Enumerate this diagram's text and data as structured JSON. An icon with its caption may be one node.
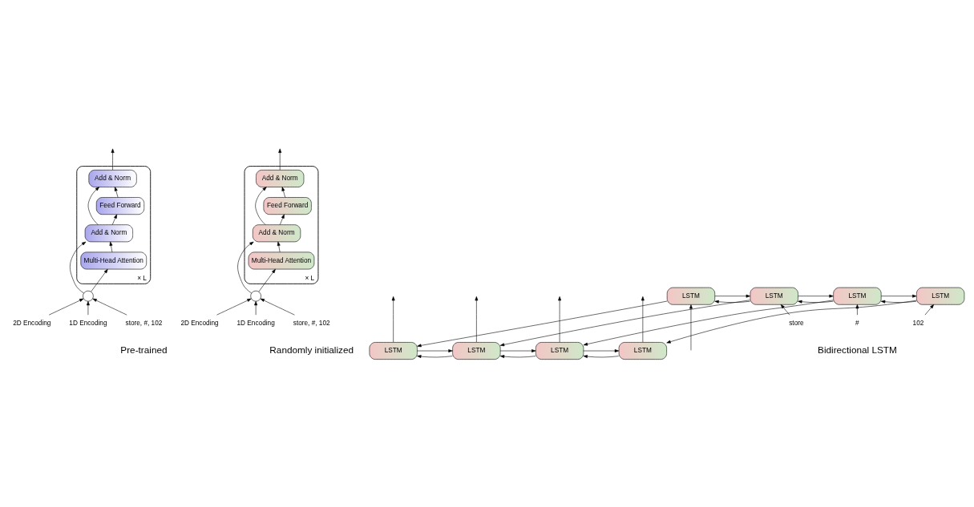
{
  "diagram": {
    "nodes": [
      {
        "text": [],
        "shape": "box",
        "beside": [
          "× L"
        ]
      },
      {
        "text": [
          "Add & Norm"
        ],
        "in": 0
      },
      {
        "text": [
          "Feed Forward"
        ],
        "in": 0
      },
      {
        "text": [
          "Add & Norm"
        ],
        "in": 0
      },
      {
        "text": [
          "Multi-Head Attention"
        ],
        "in": 0
      },
      {
        "text": [],
        "shape": "circle"
      },
      {
        "text": [
          "2D Encoding"
        ]
      },
      {
        "text": [
          "1D Encoding"
        ]
      },
      {
        "text": [
          "store, #, 102"
        ]
      },
      {
        "text": [],
        "shape": "box",
        "beside": [
          "× L"
        ]
      },
      {
        "text": [
          "Add & Norm"
        ],
        "in": 9
      },
      {
        "text": [
          "Feed Forward"
        ],
        "in": 9
      },
      {
        "text": [
          "Add & Norm"
        ],
        "in": 9
      },
      {
        "text": [
          "Multi-Head Attention"
        ],
        "in": 9
      },
      {
        "text": [],
        "shape": "circle"
      },
      {
        "text": [
          "2D Encoding"
        ]
      },
      {
        "text": [
          "1D Encoding"
        ]
      },
      {
        "text": [
          "store, #, 102"
        ]
      },
      {
        "text": [
          "LSTM"
        ]
      },
      {
        "text": [
          "LSTM"
        ]
      },
      {
        "text": [
          "LSTM"
        ]
      },
      {
        "text": [
          "LSTM"
        ]
      },
      {
        "text": [
          "LSTM"
        ]
      },
      {
        "text": [
          "LSTM"
        ]
      },
      {
        "text": [
          "LSTM"
        ]
      },
      {
        "text": [
          "LSTM"
        ]
      },
      {
        "text": [
          "store"
        ]
      },
      {
        "text": [
          "#"
        ]
      },
      {
        "text": [
          "102"
        ]
      }
    ],
    "edges": [
      {
        "from": 8,
        "to": 5,
        "arrow": "to"
      },
      {
        "from": 6,
        "to": 5,
        "arrow": "to"
      },
      {
        "from": 7,
        "to": 5,
        "arrow": "to"
      },
      {
        "from": 5,
        "to": 4,
        "arrow": "to"
      },
      {
        "from": 5,
        "to": 3,
        "arrow": "to"
      },
      {
        "from": 4,
        "to": 3,
        "arrow": "to"
      },
      {
        "from": 3,
        "to": 2,
        "arrow": "to"
      },
      {
        "from": 3,
        "to": 1,
        "arrow": "to"
      },
      {
        "from": 2,
        "to": 1,
        "arrow": "to"
      },
      {
        "from": 1,
        "to": null,
        "arrow": "to"
      },
      {
        "from": 17,
        "to": 14,
        "arrow": "to"
      },
      {
        "from": 15,
        "to": 14,
        "arrow": "to"
      },
      {
        "from": 16,
        "to": 14,
        "arrow": "to"
      },
      {
        "from": 14,
        "to": 13,
        "arrow": "to"
      },
      {
        "from": 14,
        "to": 12,
        "arrow": "to"
      },
      {
        "from": 13,
        "to": 12,
        "arrow": "to"
      },
      {
        "from": 12,
        "to": 11,
        "arrow": "to"
      },
      {
        "from": 12,
        "to": 10,
        "arrow": "to"
      },
      {
        "from": 11,
        "to": 10,
        "arrow": "to"
      },
      {
        "from": 10,
        "to": null,
        "arrow": "to"
      },
      {
        "from": null,
        "to": 22,
        "arrow": "to"
      },
      {
        "from": 26,
        "to": 23,
        "arrow": "to"
      },
      {
        "from": 27,
        "to": 24,
        "arrow": "to"
      },
      {
        "from": 28,
        "to": 25,
        "arrow": "to"
      },
      {
        "from": 22,
        "to": 18,
        "arrow": "to"
      },
      {
        "from": 23,
        "to": 19,
        "arrow": "to"
      },
      {
        "from": 24,
        "to": 20,
        "arrow": "to"
      },
      {
        "from": 25,
        "to": 21,
        "arrow": "to"
      },
      {
        "from": 18,
        "to": null,
        "arrow": "to"
      },
      {
        "from": 19,
        "to": null,
        "arrow": "to"
      },
      {
        "from": 20,
        "to": null,
        "arrow": "to"
      },
      {
        "from": 21,
        "to": null,
        "arrow": "to"
      },
      {
        "from": 18,
        "to": 19,
        "arrow": "to"
      },
      {
        "from": 19,
        "to": 18,
        "arrow": "to"
      },
      {
        "from": 19,
        "to": 20,
        "arrow": "to"
      },
      {
        "from": 20,
        "to": 19,
        "arrow": "to"
      },
      {
        "from": 20,
        "to": 21,
        "arrow": "to"
      },
      {
        "from": 21,
        "to": 20,
        "arrow": "to"
      },
      {
        "from": 22,
        "to": 23,
        "arrow": "to"
      },
      {
        "from": 23,
        "to": 22,
        "arrow": "to"
      },
      {
        "from": 23,
        "to": 24,
        "arrow": "to"
      },
      {
        "from": 24,
        "to": 23,
        "arrow": "to"
      },
      {
        "from": 24,
        "to": 25,
        "arrow": "to"
      },
      {
        "from": 25,
        "to": 24,
        "arrow": "to"
      }
    ],
    "labels": [
      "Pre-trained",
      "Randomly initialized",
      "Bidirectional LSTM"
    ]
  }
}
